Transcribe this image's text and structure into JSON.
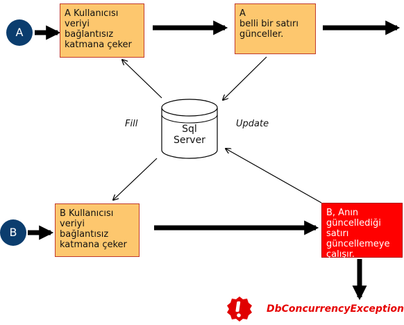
{
  "nodes": {
    "circle_a": "A",
    "circle_b": "B",
    "box_a_load": "A Kullanıcısı\nveriyi\nbağlantısız\nkatmana çeker",
    "box_a_update": "A\nbelli bir satırı\ngünceller.",
    "box_b_load": "B Kullanıcısı\nveriyi\nbağlantısız\nkatmana çeker",
    "box_b_update": "B, Anın\ngüncellediği\nsatırı\ngüncellemeye\nçalışır.",
    "database": "Sql\nServer"
  },
  "edge_labels": {
    "fill": "Fill",
    "update": "Update"
  },
  "exception": {
    "icon": "exclamation-icon",
    "text": "DbConcurrencyException"
  },
  "colors": {
    "box_fill": "#fdc76e",
    "box_alert_fill": "#ff0000",
    "circle_fill": "#0b3d6e",
    "exception_text": "#e60000"
  }
}
